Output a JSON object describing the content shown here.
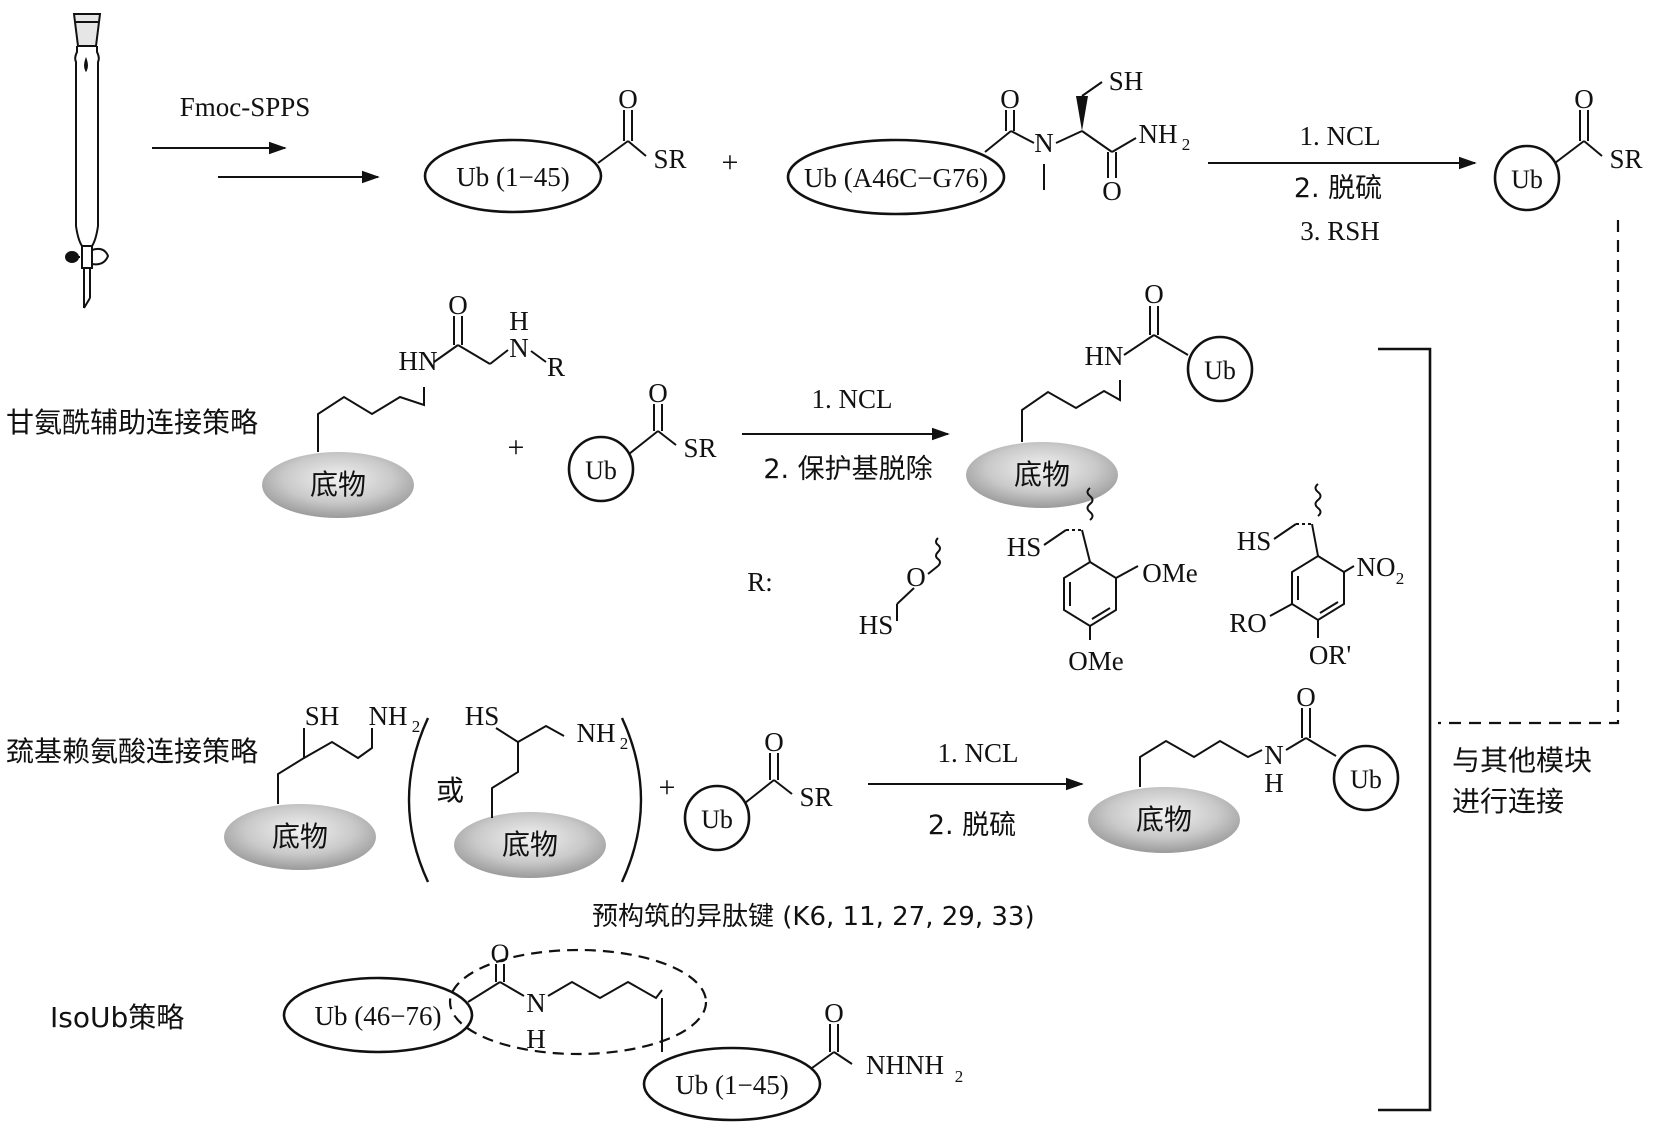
{
  "top": {
    "spps_label": "Fmoc-SPPS",
    "frag1_label": "Ub (1−45)",
    "frag2_label": "Ub (A46C−G76)",
    "product_label": "Ub",
    "plus": "+",
    "steps": [
      "1. NCL",
      "2. 脱硫",
      "3. RSH"
    ]
  },
  "glycine": {
    "title": "甘氨酰辅助连接策略",
    "substrate": "底物",
    "ub": "Ub",
    "plus": "+",
    "steps": [
      "1. NCL",
      "2. 保护基脱除"
    ],
    "r_label": "R:"
  },
  "thiolysine": {
    "title": "巯基赖氨酸连接策略",
    "substrate": "底物",
    "or": "或",
    "ub": "Ub",
    "plus": "+",
    "steps": [
      "1. NCL",
      "2. 脱硫"
    ]
  },
  "isoub": {
    "title": "IsoUb策略",
    "note": "预构筑的异肽键 (K6, 11, 27, 29, 33)",
    "frag1_label": "Ub (46−76)",
    "frag2_label": "Ub (1−45)"
  },
  "bracket_label": [
    "与其他模块",
    "进行连接"
  ],
  "atoms": {
    "O": "O",
    "SR": "SR",
    "SH": "SH",
    "N": "N",
    "H": "H",
    "HN": "HN",
    "R": "R",
    "NH": "NH",
    "HS": "HS",
    "OMe": "OMe",
    "NO": "NO",
    "RO": "RO",
    "ORp": "OR'",
    "NHNH": "NHNH",
    "sub2": "2"
  }
}
